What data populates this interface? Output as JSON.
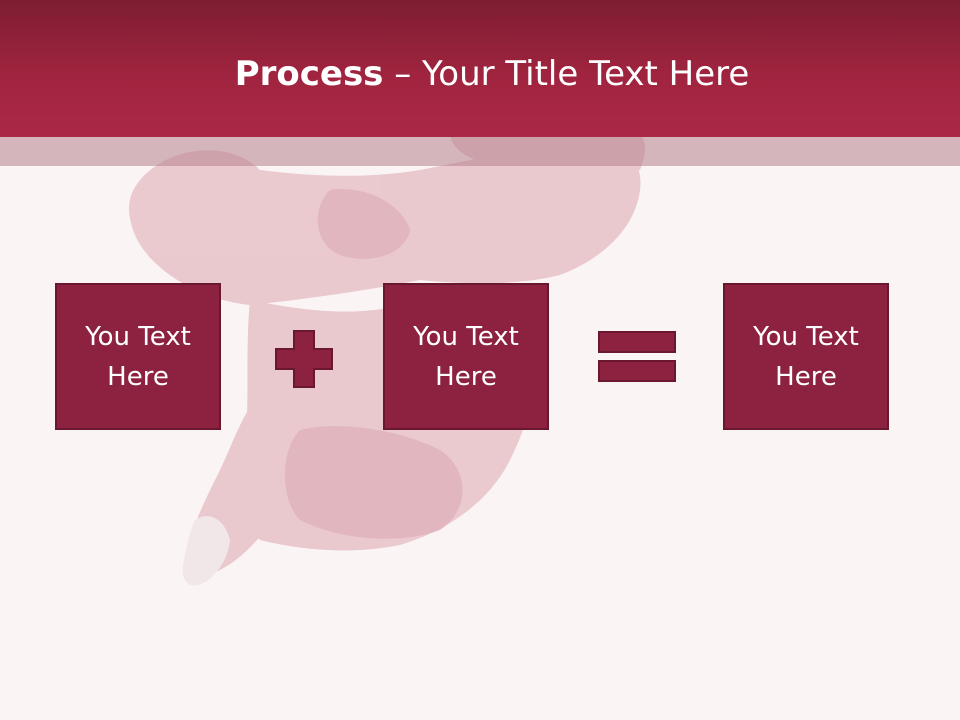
{
  "slide": {
    "title_bold": "Process",
    "title_rest": " – Your Title Text Here"
  },
  "boxes": [
    {
      "text": "You Text Here"
    },
    {
      "text": "You Text Here"
    },
    {
      "text": "You Text Here"
    }
  ],
  "icons": {
    "operator_1": "plus-icon",
    "operator_2": "equals-icon",
    "background": "jumping-dancer-figure"
  },
  "colors": {
    "accent": "#8c2240",
    "title_bar": "#a0243f",
    "background": "#fbf4f5"
  }
}
